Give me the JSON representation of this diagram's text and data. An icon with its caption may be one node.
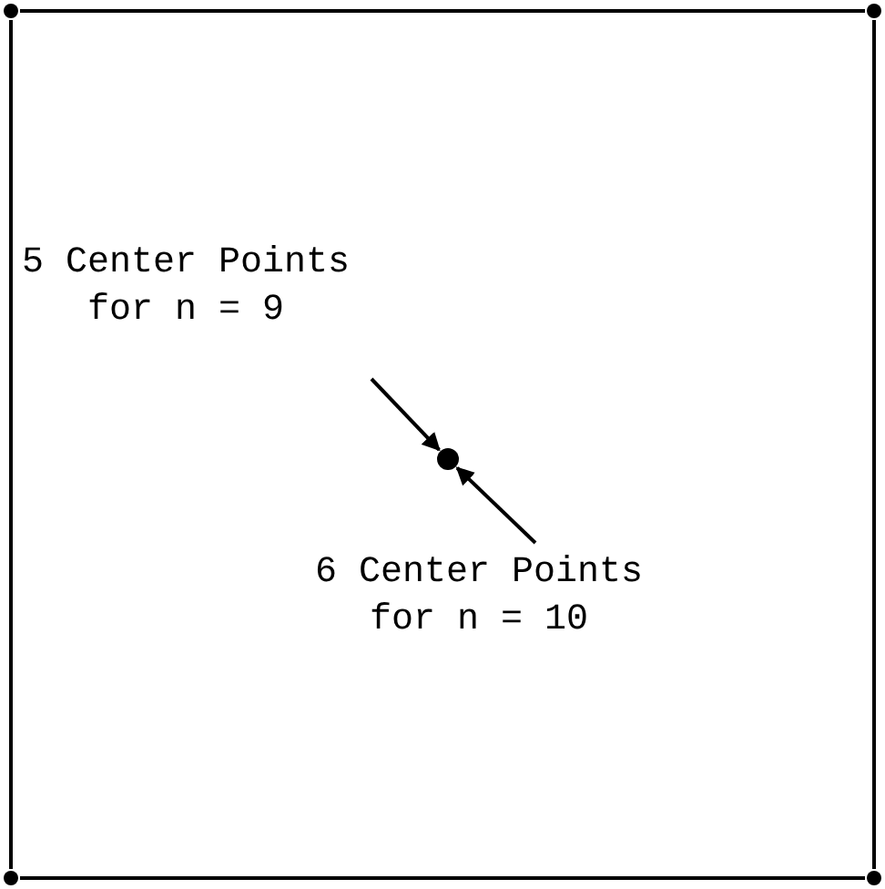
{
  "diagram": {
    "nodes": [
      {
        "text": [],
        "shape": "circle"
      },
      {
        "text": [],
        "shape": "circle"
      },
      {
        "text": [
          "5 Center Points for n = 9"
        ]
      },
      {
        "text": [],
        "shape": "circle"
      },
      {
        "text": [
          "6 Center Points for n = 10"
        ]
      },
      {
        "text": [],
        "shape": "circle"
      },
      {
        "text": [],
        "shape": "circle"
      }
    ],
    "edges": [
      {
        "from": 0,
        "to": 1,
        "arrow": "none"
      },
      {
        "from": 1,
        "to": 6,
        "arrow": "none"
      },
      {
        "from": 6,
        "to": 5,
        "arrow": "none"
      },
      {
        "from": 5,
        "to": 0,
        "arrow": "none"
      },
      {
        "from": 2,
        "to": 3,
        "arrow": "to"
      },
      {
        "from": 4,
        "to": 3,
        "arrow": "to"
      }
    ]
  }
}
